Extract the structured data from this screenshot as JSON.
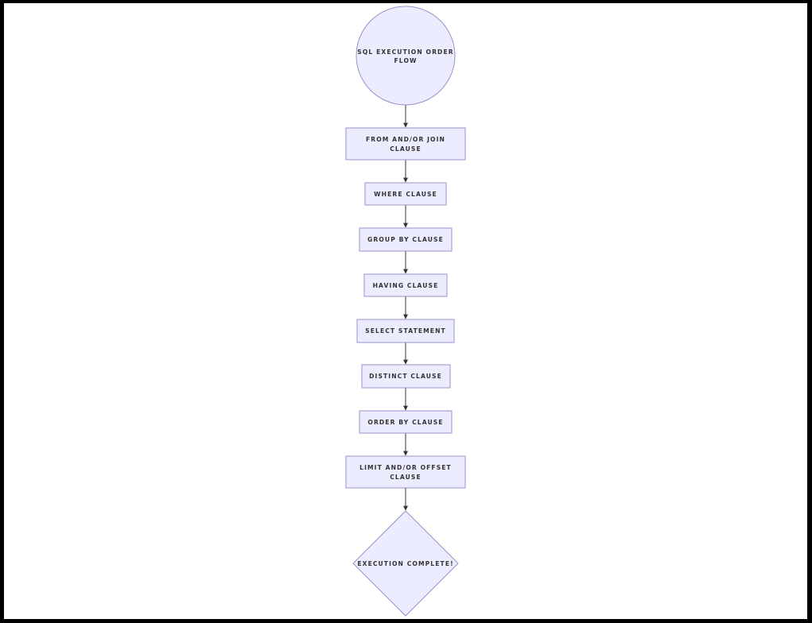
{
  "diagram": {
    "type": "flowchart",
    "start": {
      "shape": "circle",
      "lines": [
        "SQL EXECUTION ORDER",
        "FLOW"
      ]
    },
    "steps": [
      {
        "lines": [
          "FROM AND/OR JOIN",
          "CLAUSE"
        ]
      },
      {
        "lines": [
          "WHERE CLAUSE"
        ]
      },
      {
        "lines": [
          "GROUP BY CLAUSE"
        ]
      },
      {
        "lines": [
          "HAVING CLAUSE"
        ]
      },
      {
        "lines": [
          "SELECT STATEMENT"
        ]
      },
      {
        "lines": [
          "DISTINCT CLAUSE"
        ]
      },
      {
        "lines": [
          "ORDER BY CLAUSE"
        ]
      },
      {
        "lines": [
          "LIMIT AND/OR OFFSET",
          "CLAUSE"
        ]
      }
    ],
    "end": {
      "shape": "diamond",
      "lines": [
        "EXECUTION COMPLETE!"
      ]
    },
    "colors": {
      "node_fill": "#ECECFF",
      "node_stroke": "#9B90CC",
      "edge": "#333333",
      "text": "#333333",
      "background": "#FFFFFF",
      "border": "#000000"
    }
  }
}
